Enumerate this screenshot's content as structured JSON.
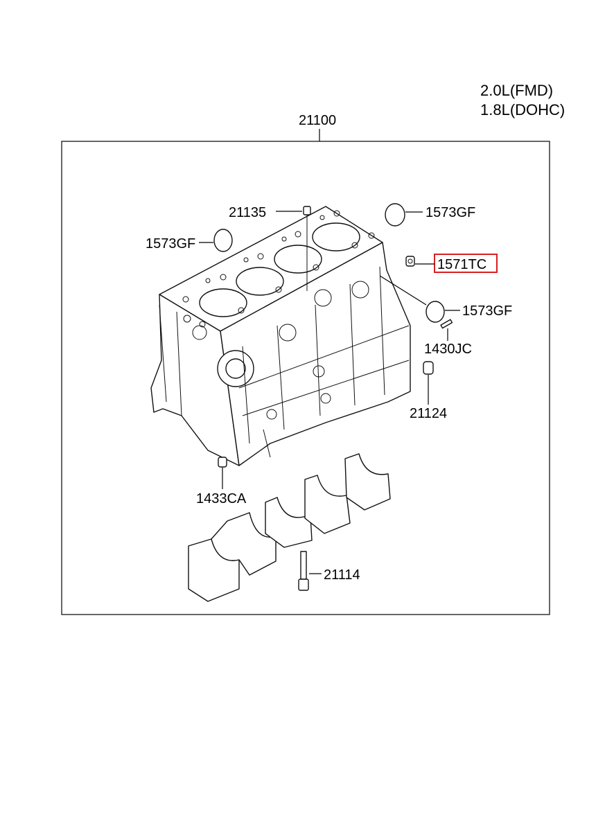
{
  "engines": [
    "2.0L(FMD)",
    "1.8L(DOHC)"
  ],
  "assembly_label": "21100",
  "highlight_color": "#d61f1f",
  "highlighted_part": "1571TC",
  "callouts": {
    "p21135": "21135",
    "p1573gf_top": "1573GF",
    "p1573gf_left": "1573GF",
    "p1571tc": "1571TC",
    "p1573gf_right": "1573GF",
    "p1430jc": "1430JC",
    "p21124": "21124",
    "p1433ca": "1433CA",
    "p21114": "21114"
  }
}
